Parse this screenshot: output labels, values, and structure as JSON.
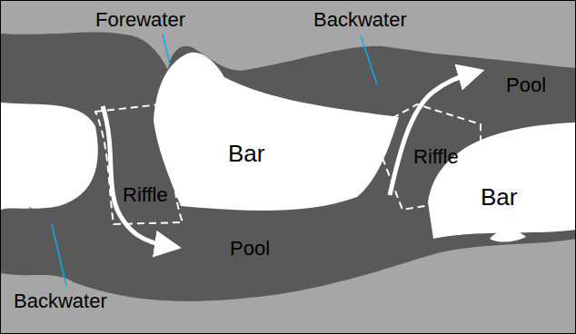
{
  "diagram": {
    "labels": [
      "Forewater",
      "Backwater",
      "Pool",
      "Riffle",
      "Bar",
      "Riffle",
      "Bar",
      "Pool",
      "Backwater"
    ]
  }
}
